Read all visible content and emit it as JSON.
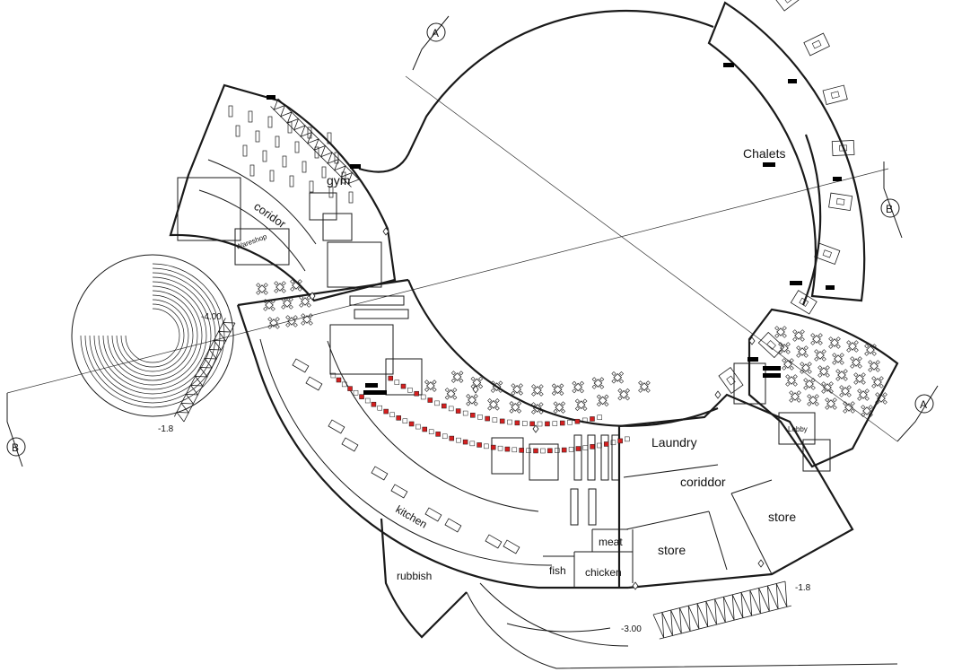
{
  "drawing": {
    "rooms": {
      "chalets": "Chalets",
      "gym": "gym",
      "corridor_north": "coridor",
      "warehouse": "Wareshop",
      "laundry": "Laundry",
      "corridor_south": "coriddor",
      "store_1": "store",
      "store_2": "store",
      "kitchen": "kitchen",
      "meat": "meat",
      "fish": "fish",
      "chicken": "chicken",
      "rubbish": "rubbish",
      "lobby": "Lobby"
    },
    "levels": {
      "lvl_w_top": "-4.00",
      "lvl_w_bottom": "-1.8",
      "lvl_se": "-1.8",
      "lvl_s": "-3.00"
    },
    "sections": {
      "a_top": "A",
      "a_right": "A",
      "b_right": "B",
      "b_left": "B"
    },
    "colors": {
      "line": "#1a1a1a",
      "accent_red": "#d42020",
      "fill_black": "#000000"
    }
  }
}
